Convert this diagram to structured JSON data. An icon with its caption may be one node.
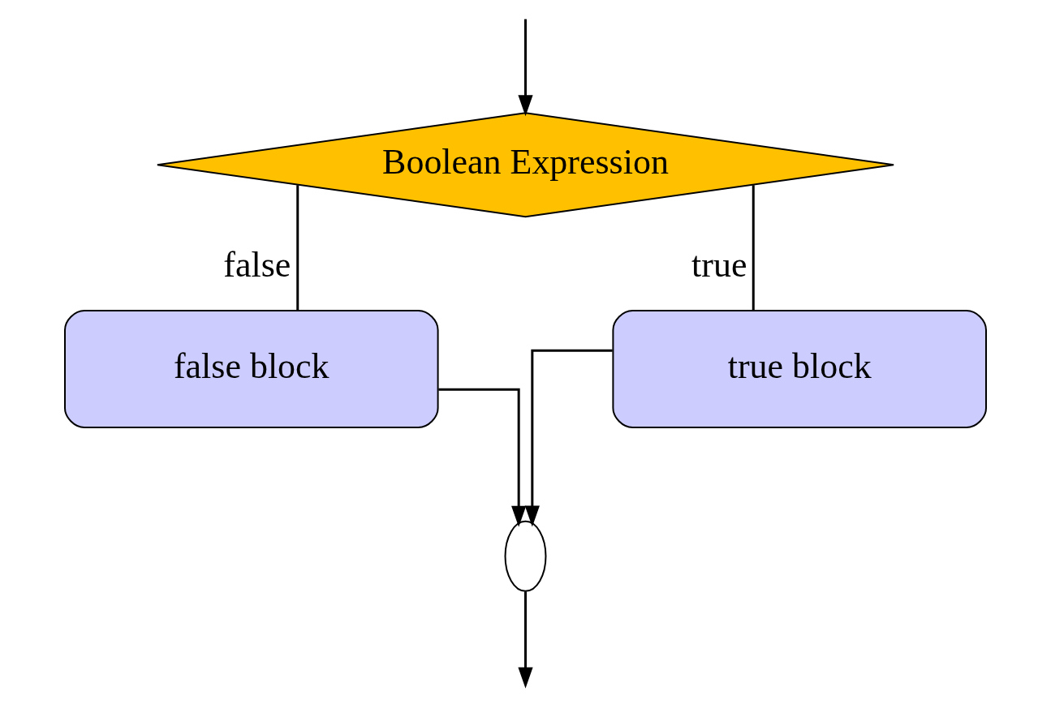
{
  "diagram": {
    "nodes": [
      {
        "text": [
          "Boolean Expression"
        ]
      },
      {
        "text": [
          "false block"
        ]
      },
      {
        "text": [
          "true block"
        ]
      },
      {
        "text": [],
        "shape": "ellipse"
      }
    ],
    "edges": [
      {
        "from": null,
        "to": 0,
        "arrow": "to"
      },
      {
        "from": 0,
        "to": 1,
        "arrow": "none",
        "label": "false"
      },
      {
        "from": 0,
        "to": 2,
        "arrow": "none",
        "label": "true"
      },
      {
        "from": 1,
        "to": 3,
        "arrow": "to"
      },
      {
        "from": 2,
        "to": 3,
        "arrow": "to"
      },
      {
        "from": 3,
        "to": null,
        "arrow": "to"
      }
    ]
  }
}
